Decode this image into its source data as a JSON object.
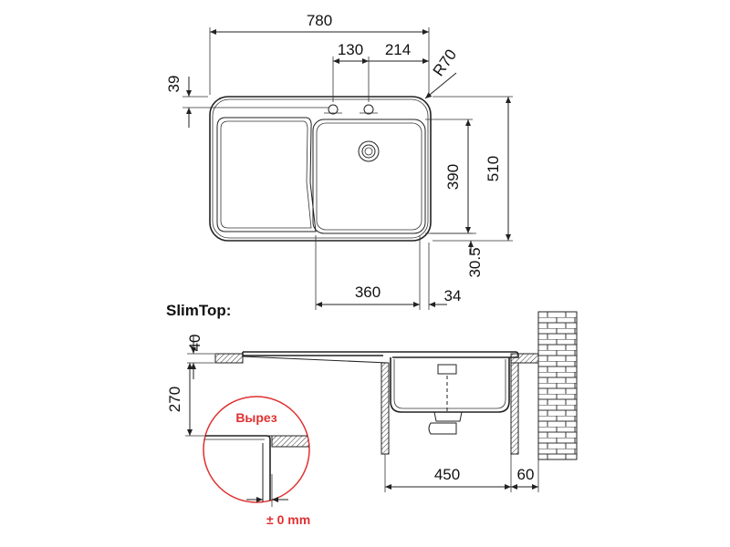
{
  "top_view": {
    "dim_width": "780",
    "dim_tap_spacing": "130",
    "dim_tap_edge": "214",
    "dim_radius": "R70",
    "dim_tap_top": "39",
    "dim_height": "510",
    "dim_bowl_height": "390",
    "dim_bottom_offset": "30.5",
    "dim_bowl_width": "360",
    "dim_side": "34"
  },
  "section": {
    "title": "SlimTop:",
    "dim_rim": "40",
    "dim_depth": "270",
    "dim_cabinet": "450",
    "dim_wall": "60",
    "cutout_label": "Вырез",
    "tolerance": "± 0 mm"
  },
  "colors": {
    "accent": "#e03030",
    "line": "#222222"
  }
}
